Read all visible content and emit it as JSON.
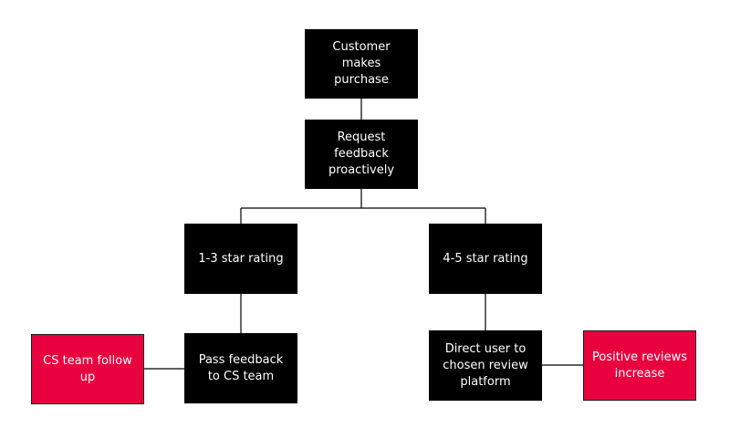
{
  "nodes": {
    "purchase": "Customer makes purchase",
    "request": "Request feedback proactively",
    "low_rating": "1-3 star rating",
    "high_rating": "4-5 star rating",
    "pass_feedback": "Pass feedback to CS team",
    "direct_user": "Direct user to chosen review platform",
    "cs_follow_up": "CS team follow up",
    "positive_reviews": "Positive reviews increase"
  },
  "colors": {
    "node_fill": "#000000",
    "outcome_fill": "#e8003f",
    "text": "#ffffff",
    "connector": "#000000"
  }
}
